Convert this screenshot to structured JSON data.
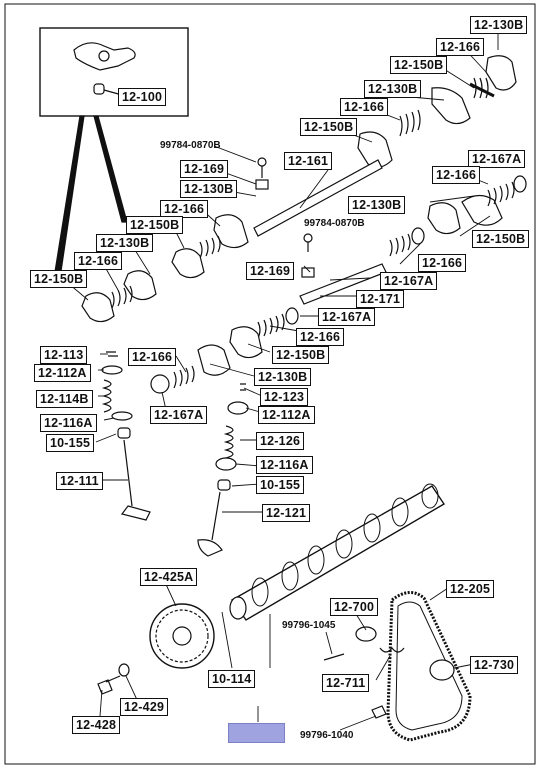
{
  "callouts": [
    "12-130B",
    "12-166",
    "12-150B",
    "12-130B",
    "12-166",
    "12-150B",
    "12-100",
    "99784-0870B",
    "12-161",
    "12-169",
    "12-130B",
    "12-166",
    "12-150B",
    "12-130B",
    "12-166",
    "12-150B",
    "12-167A",
    "12-166",
    "12-130B",
    "12-150B",
    "99784-0870B",
    "12-166",
    "12-169",
    "12-167A",
    "12-171",
    "12-167A",
    "12-166",
    "12-150B",
    "12-113",
    "12-112A",
    "12-166",
    "12-130B",
    "12-114B",
    "12-123",
    "12-112A",
    "12-116A",
    "12-167A",
    "12-126",
    "10-155",
    "12-116A",
    "12-111",
    "10-155",
    "12-121",
    "12-425A",
    "12-205",
    "12-700",
    "99796-1045",
    "12-730",
    "12-711",
    "10-114",
    "12-429",
    "12-428",
    "99796-1040"
  ],
  "highlight_color": "#9fa3e0"
}
